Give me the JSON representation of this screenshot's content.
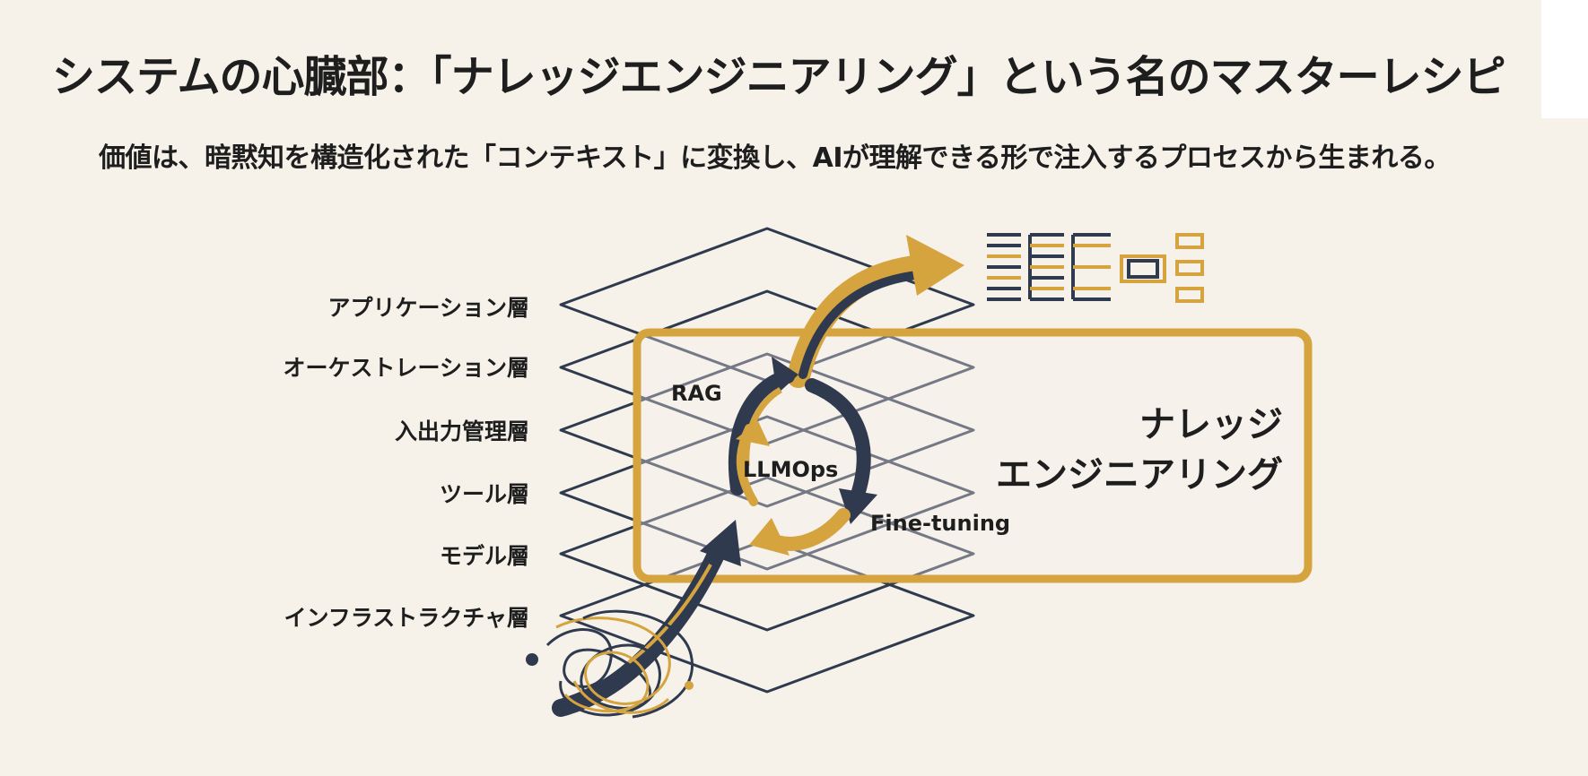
{
  "title": {
    "before": "システムの心臓部：「",
    "highlight": "ナレッジエンジニアリング",
    "after": "」という名のマスターレシピ"
  },
  "subtitle": "価値は、暗黙知を構造化された「コンテキスト」に変換し、AIが理解できる形で注入するプロセスから生まれる。",
  "layers": [
    "アプリケーション層",
    "オーケストレーション層",
    "入出力管理層",
    "ツール層",
    "モデル層",
    "インフラストラクチャ層"
  ],
  "cycle": {
    "rag": "RAG",
    "llmops": "LLMOps",
    "finetuning": "Fine-tuning"
  },
  "knowledge_box": {
    "line1": "ナレッジ",
    "line2": "エンジニアリング"
  },
  "colors": {
    "background": "#f6f2ea",
    "gold": "#d6a43e",
    "navy": "#2f3a4f",
    "text": "#1e1e1e"
  },
  "icons": [
    "structured-document-icons",
    "cycle-arrows-icon",
    "tangled-knowledge-icon"
  ]
}
